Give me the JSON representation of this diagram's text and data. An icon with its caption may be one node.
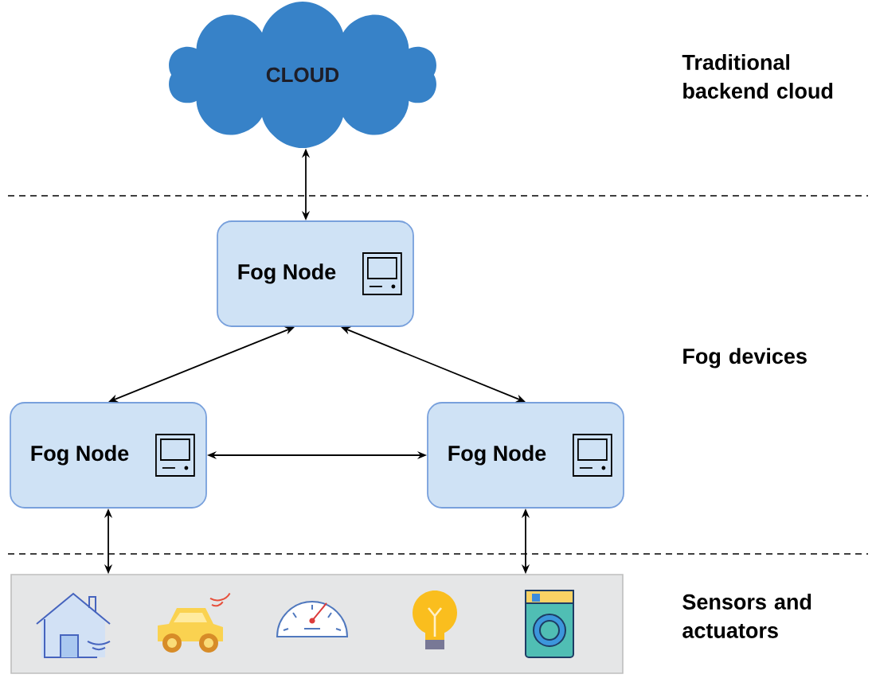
{
  "diagram": {
    "nodes": [
      {
        "text": [
          "CLOUD"
        ]
      },
      {
        "text": [
          "Fog Node"
        ]
      },
      {
        "text": [
          "Fog Node"
        ]
      },
      {
        "text": [
          "Fog Node"
        ]
      },
      {
        "text": [],
        "shape": "box"
      }
    ],
    "edges": [
      {
        "from": 0,
        "to": 1,
        "arrow": "both"
      },
      {
        "from": 1,
        "to": 2,
        "arrow": "both"
      },
      {
        "from": 1,
        "to": 3,
        "arrow": "both"
      },
      {
        "from": 2,
        "to": 3,
        "arrow": "both"
      },
      {
        "from": 2,
        "to": 4,
        "arrow": "both"
      },
      {
        "from": 3,
        "to": 4,
        "arrow": "both"
      }
    ],
    "labels": [
      "Traditional backend cloud",
      "Fog devices",
      "Sensors and actuators"
    ]
  }
}
